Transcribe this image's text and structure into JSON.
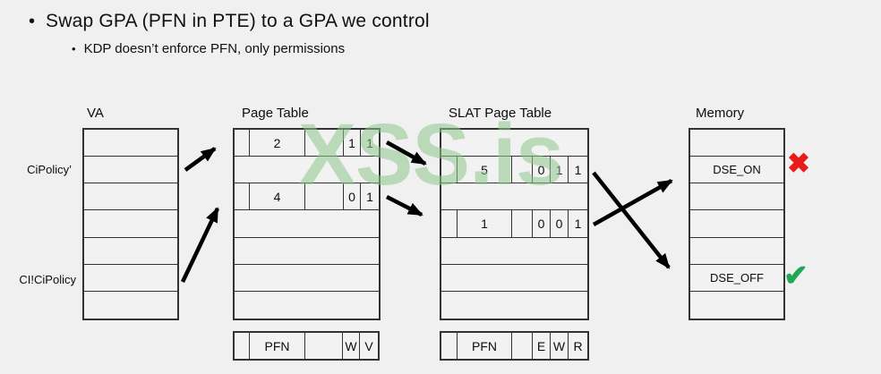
{
  "slide": {
    "bullet": "•",
    "title": "Swap GPA (PFN in PTE) to a GPA we control",
    "subtitle": "KDP doesn’t enforce PFN, only permissions"
  },
  "watermark": {
    "text": "XSS.is",
    "color": "#8fc68f"
  },
  "colors": {
    "background": "#f0f0f0",
    "border": "#333333",
    "arrow": "#000000",
    "cross": "#ea1a1a",
    "check": "#22a757"
  },
  "va": {
    "title": "VA",
    "row_count": 7,
    "labels": [
      {
        "text": "CiPolicy’",
        "row": 2
      },
      {
        "text": "CI!CiPolicy",
        "row": 6
      }
    ]
  },
  "page_table": {
    "title": "Page Table",
    "entries": [
      {
        "row": 1,
        "pfn": "2",
        "w": "1",
        "v": "1"
      },
      {
        "row": 3,
        "pfn": "4",
        "w": "0",
        "v": "1"
      }
    ],
    "legend": {
      "pfn": "PFN",
      "w": "W",
      "v": "V"
    }
  },
  "slat_table": {
    "title": "SLAT Page Table",
    "entries": [
      {
        "row": 2,
        "pfn": "5",
        "e": "0",
        "w": "1",
        "r": "1"
      },
      {
        "row": 4,
        "pfn": "1",
        "e": "0",
        "w": "0",
        "r": "1"
      }
    ],
    "legend": {
      "pfn": "PFN",
      "e": "E",
      "w": "W",
      "r": "R"
    }
  },
  "memory": {
    "title": "Memory",
    "cells": [
      {
        "row": 2,
        "text": "DSE_ON"
      },
      {
        "row": 6,
        "text": "DSE_OFF"
      }
    ]
  },
  "marks": {
    "cross": "✖",
    "check": "✔"
  }
}
